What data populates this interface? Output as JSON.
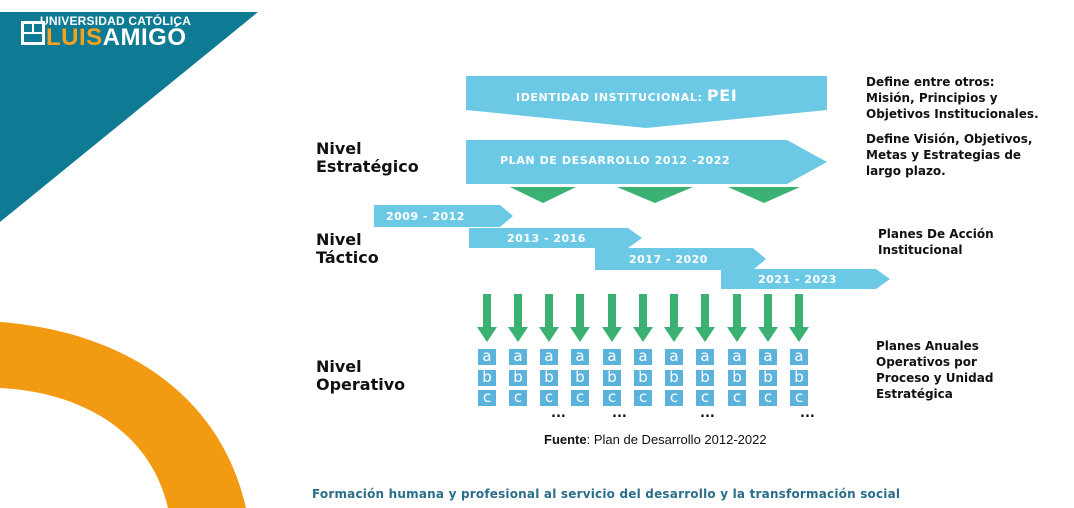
{
  "colors": {
    "teal_band": "#0f7a93",
    "orange_arc": "#f29a11",
    "light_blue_arrow": "#6cc9e6",
    "mid_blue_box": "#5bb3dc",
    "green_arrow": "#3bb273"
  },
  "logo": {
    "line1": "UNIVERSIDAD CATÓLICA",
    "luis": "LUIS",
    "amigo": "AMIGÓ",
    "icon": "university-shield-icon"
  },
  "levels": {
    "strategic": [
      "Nivel",
      "Estratégico"
    ],
    "tactical": [
      "Nivel",
      "Táctico"
    ],
    "operative": [
      "Nivel",
      "Operativo"
    ]
  },
  "diagram": {
    "pei_prefix": "IDENTIDAD INSTITUCIONAL:",
    "pei_big": "PEI",
    "plan": "PLAN DE DESARROLLO 2012 -2022",
    "periods": [
      "2009 - 2012",
      "2013 - 2016",
      "2017 - 2020",
      "2021 - 2023"
    ],
    "box_letters": [
      "a",
      "b",
      "c"
    ],
    "ellipsis": "..."
  },
  "notes": {
    "pei": [
      "Define entre otros:",
      "Misión, Principios y",
      "Objetivos Institucionales."
    ],
    "plan": [
      "Define Visión, Objetivos,",
      "Metas y Estrategias de",
      "largo plazo."
    ],
    "tactical": [
      "Planes De Acción",
      "Institucional"
    ],
    "operative": [
      "Planes Anuales",
      "Operativos por",
      "Proceso y Unidad",
      "Estratégica"
    ]
  },
  "source": {
    "label": "Fuente",
    "text": ": Plan de Desarrollo 2012-2022"
  },
  "footer": {
    "slogan": "Formación humana y profesional al servicio del desarrollo y la transformación social"
  }
}
